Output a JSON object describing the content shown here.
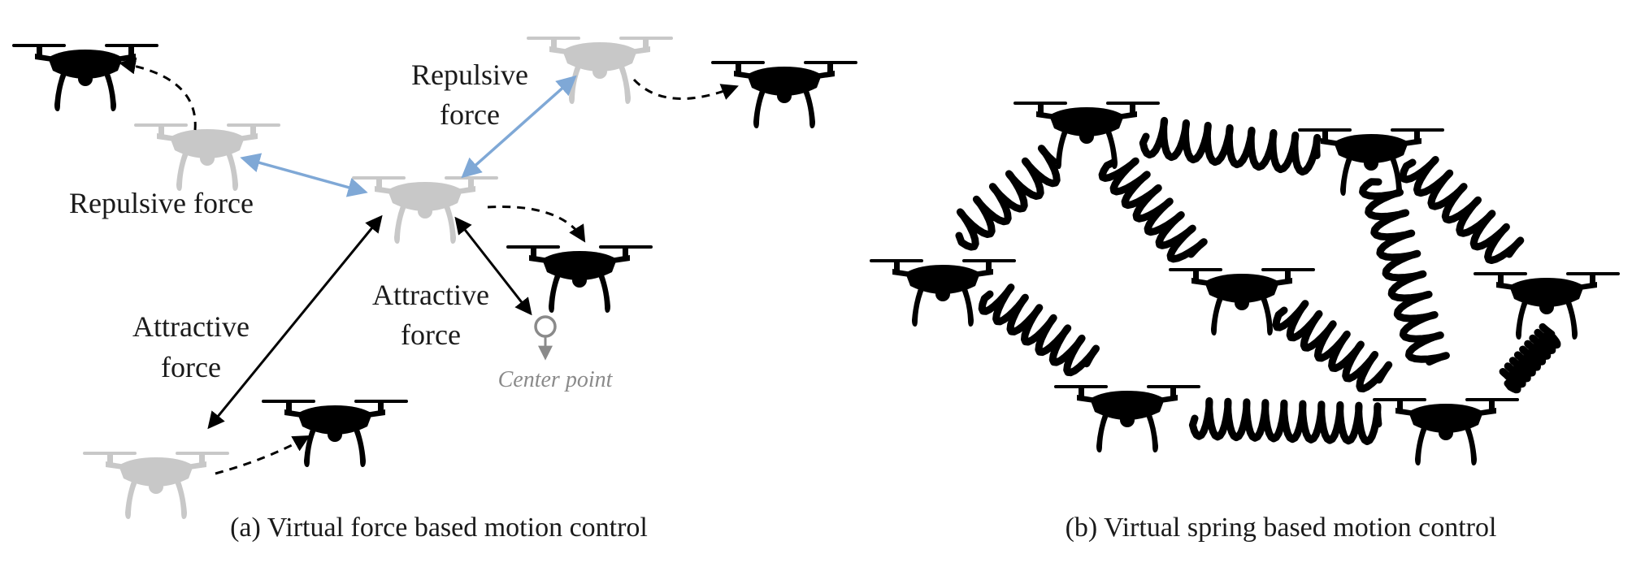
{
  "panel_a": {
    "repulsive_top_line1": "Repulsive",
    "repulsive_top_line2": "force",
    "repulsive_left": "Repulsive force",
    "attractive_left_line1": "Attractive",
    "attractive_left_line2": "force",
    "attractive_mid_line1": "Attractive",
    "attractive_mid_line2": "force",
    "center_point": "Center point",
    "caption": "(a) Virtual force based motion control"
  },
  "panel_b": {
    "caption": "(b) Virtual spring based motion control"
  },
  "colors": {
    "drone_active": "#000000",
    "drone_ghost": "#c8c8c8",
    "repulsive_arrow": "#7fa8d6",
    "attractive_arrow": "#000000",
    "center_point": "#8a8a8a"
  },
  "icons": [
    "drone-icon",
    "spring-icon",
    "center-point-icon"
  ]
}
